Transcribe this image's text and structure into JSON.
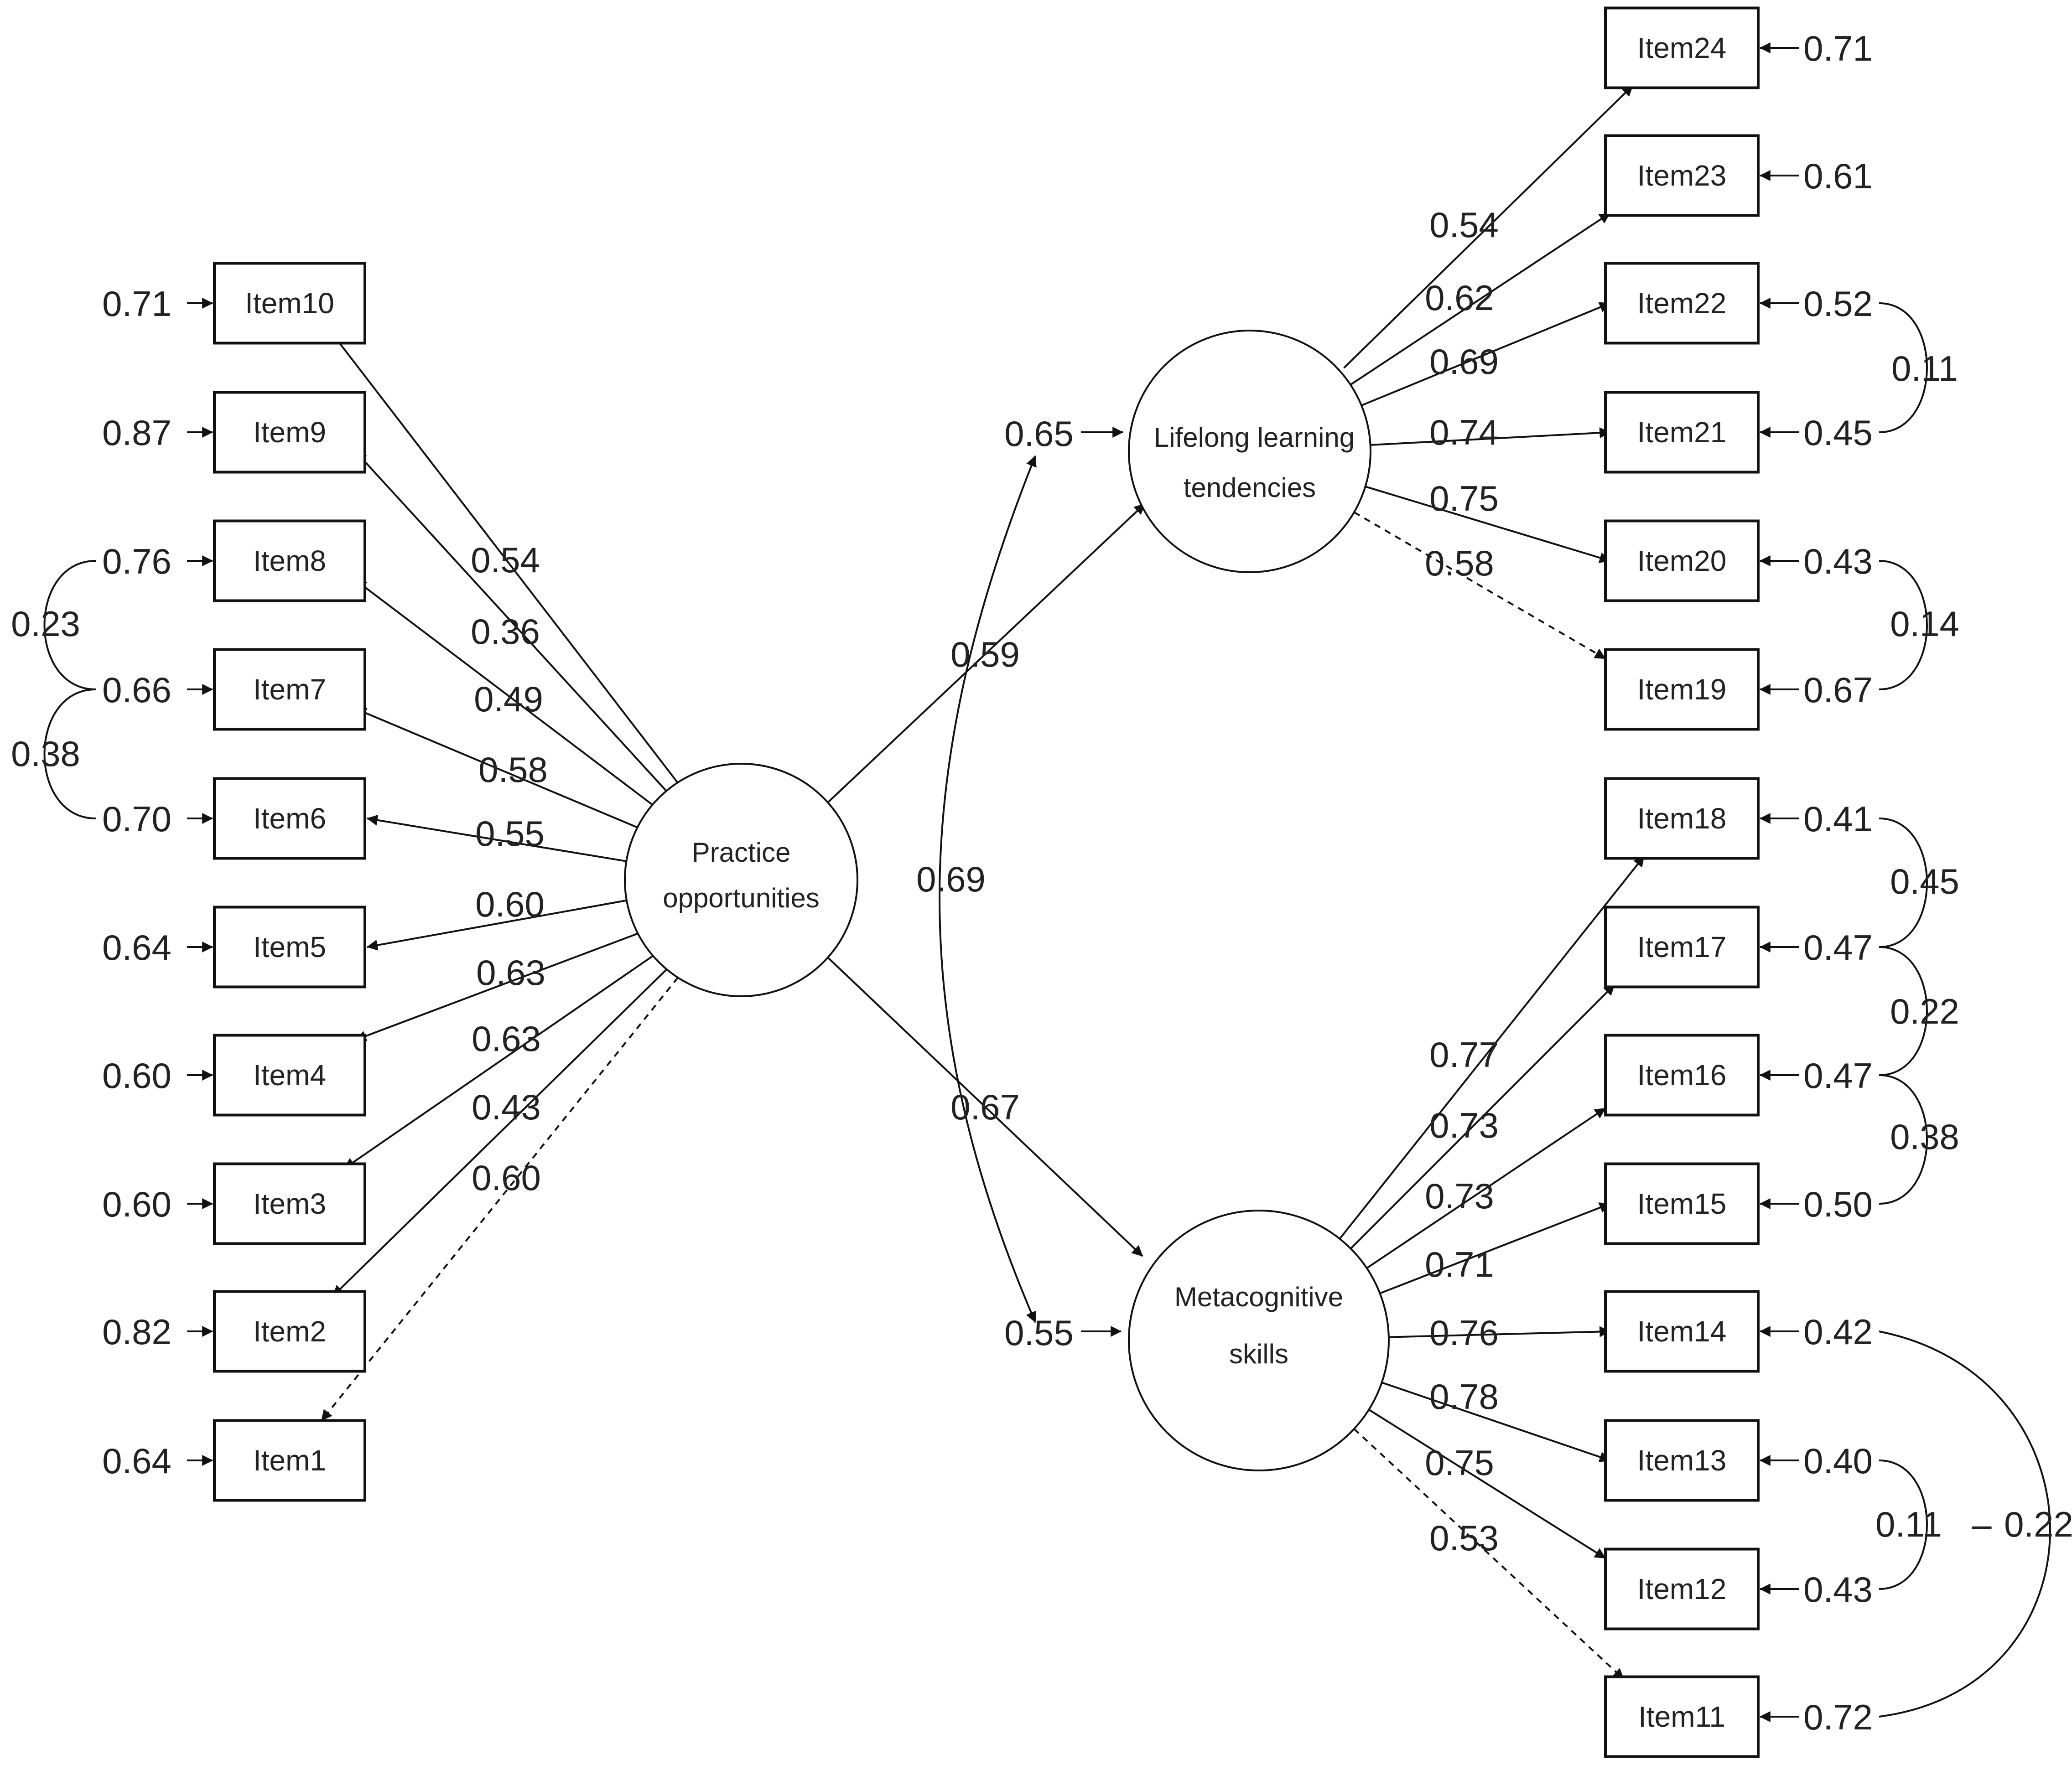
{
  "latents": {
    "practice": {
      "line1": "Practice",
      "line2": "opportunities"
    },
    "lifelong": {
      "line1": "Lifelong learning",
      "line2": "tendencies"
    },
    "meta": {
      "line1": "Metacognitive",
      "line2": "skills"
    }
  },
  "practice_items": [
    {
      "label": "Item10",
      "error": "0.71",
      "loading": "0.54",
      "dashed": false
    },
    {
      "label": "Item9",
      "error": "0.87",
      "loading": "0.36",
      "dashed": false
    },
    {
      "label": "Item8",
      "error": "0.76",
      "loading": "0.49",
      "dashed": false
    },
    {
      "label": "Item7",
      "error": "0.66",
      "loading": "0.58",
      "dashed": false
    },
    {
      "label": "Item6",
      "error": "0.70",
      "loading": "0.55",
      "dashed": false
    },
    {
      "label": "Item5",
      "error": "0.64",
      "loading": "0.60",
      "dashed": false
    },
    {
      "label": "Item4",
      "error": "0.60",
      "loading": "0.63",
      "dashed": false
    },
    {
      "label": "Item3",
      "error": "0.60",
      "loading": "0.63",
      "dashed": false
    },
    {
      "label": "Item2",
      "error": "0.82",
      "loading": "0.43",
      "dashed": false
    },
    {
      "label": "Item1",
      "error": "0.64",
      "loading": "0.60",
      "dashed": true
    }
  ],
  "lifelong_items": [
    {
      "label": "Item24",
      "error": "0.71",
      "loading": "0.54",
      "dashed": false
    },
    {
      "label": "Item23",
      "error": "0.61",
      "loading": "0.62",
      "dashed": false
    },
    {
      "label": "Item22",
      "error": "0.52",
      "loading": "0.69",
      "dashed": false
    },
    {
      "label": "Item21",
      "error": "0.45",
      "loading": "0.74",
      "dashed": false
    },
    {
      "label": "Item20",
      "error": "0.43",
      "loading": "0.75",
      "dashed": false
    },
    {
      "label": "Item19",
      "error": "0.67",
      "loading": "0.58",
      "dashed": true
    }
  ],
  "meta_items": [
    {
      "label": "Item18",
      "error": "0.41",
      "loading": "0.77",
      "dashed": false
    },
    {
      "label": "Item17",
      "error": "0.47",
      "loading": "0.73",
      "dashed": false
    },
    {
      "label": "Item16",
      "error": "0.47",
      "loading": "0.73",
      "dashed": false
    },
    {
      "label": "Item15",
      "error": "0.50",
      "loading": "0.71",
      "dashed": false
    },
    {
      "label": "Item14",
      "error": "0.42",
      "loading": "0.76",
      "dashed": false
    },
    {
      "label": "Item13",
      "error": "0.40",
      "loading": "0.78",
      "dashed": false
    },
    {
      "label": "Item12",
      "error": "0.43",
      "loading": "0.75",
      "dashed": false
    },
    {
      "label": "Item11",
      "error": "0.72",
      "loading": "0.53",
      "dashed": true
    }
  ],
  "structural": {
    "practice_to_lifelong": "0.59",
    "practice_to_meta": "0.67",
    "lifelong_disturbance": "0.65",
    "meta_disturbance": "0.55",
    "lifelong_meta_covariance": "0.69"
  },
  "error_covariances": {
    "item8_item7": "0.23",
    "item7_item6": "0.38",
    "item22_item21": "0.11",
    "item20_item19": "0.14",
    "item18_item17": "0.45",
    "item17_item16": "0.22",
    "item16_item15": "0.38",
    "item13_item12": "0.11",
    "item14_item11": "0.22",
    "separator": "–"
  }
}
